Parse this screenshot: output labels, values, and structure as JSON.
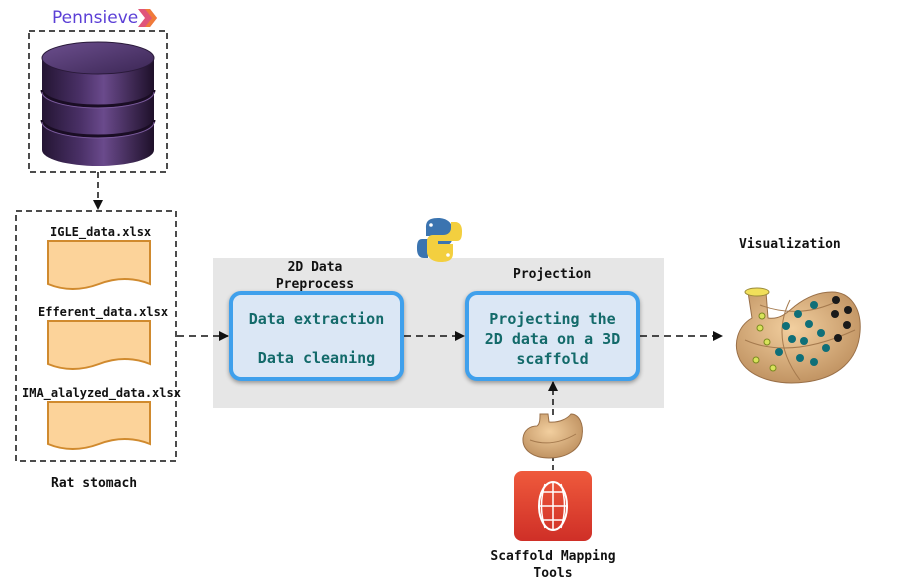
{
  "brand": {
    "name": "Pennsieve"
  },
  "files": [
    {
      "name": "IGLE_data.xlsx"
    },
    {
      "name": "Efferent_data.xlsx"
    },
    {
      "name": "IMA_alalyzed_data.xlsx"
    }
  ],
  "source_label": "Rat stomach",
  "preprocess": {
    "title_line1": "2D Data",
    "title_line2": "Preprocess",
    "step1": "Data extraction",
    "step2": "Data cleaning"
  },
  "projection": {
    "title": "Projection",
    "line1": "Projecting the",
    "line2": "2D data on a 3D",
    "line3": "scaffold"
  },
  "visualization": {
    "title": "Visualization"
  },
  "tools": {
    "line1": "Scaffold Mapping",
    "line2": "Tools"
  },
  "colors": {
    "process_border": "#3fa0ec",
    "process_fill": "#dbe7f5",
    "process_text": "#136a6a",
    "panel": "#e6e6e6",
    "file_fill": "#fcd39a",
    "file_border": "#d08a2e",
    "tool_red": "#e2442f",
    "brand": "#5b3fd6"
  }
}
